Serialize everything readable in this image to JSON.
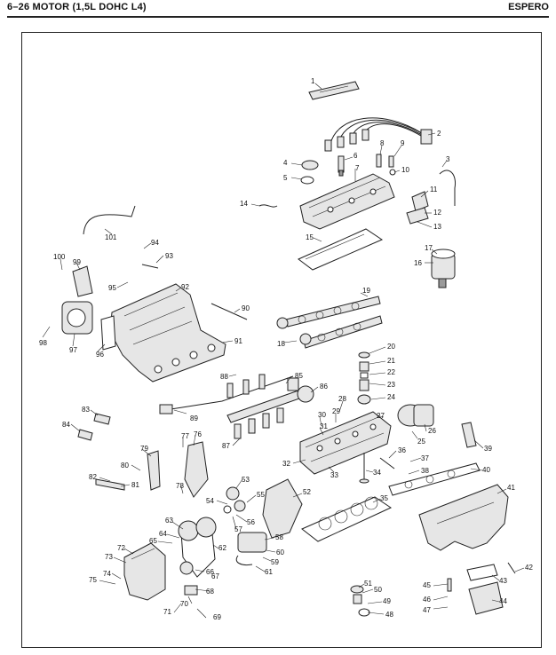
{
  "header": {
    "left": "6–26   MOTOR (1,5L DOHC L4)",
    "right": "ESPERO"
  },
  "parts": [
    "1",
    "2",
    "3",
    "4",
    "5",
    "6",
    "7",
    "8",
    "9",
    "10",
    "11",
    "12",
    "13",
    "14",
    "15",
    "16",
    "17",
    "18",
    "19",
    "20",
    "21",
    "22",
    "23",
    "24",
    "25",
    "26",
    "27",
    "28",
    "29",
    "30",
    "31",
    "32",
    "33",
    "34",
    "35",
    "36",
    "37",
    "38",
    "39",
    "40",
    "41",
    "42",
    "43",
    "44",
    "45",
    "46",
    "47",
    "48",
    "49",
    "50",
    "51",
    "52",
    "53",
    "54",
    "55",
    "56",
    "57",
    "58",
    "59",
    "60",
    "61",
    "62",
    "63",
    "64",
    "65",
    "66",
    "67",
    "68",
    "69",
    "70",
    "71",
    "72",
    "73",
    "74",
    "75",
    "76",
    "77",
    "78",
    "79",
    "80",
    "81",
    "82",
    "83",
    "84",
    "85",
    "86",
    "87",
    "88",
    "89",
    "90",
    "91",
    "92",
    "93",
    "94",
    "95",
    "96",
    "97",
    "98",
    "99",
    "100",
    "101"
  ]
}
